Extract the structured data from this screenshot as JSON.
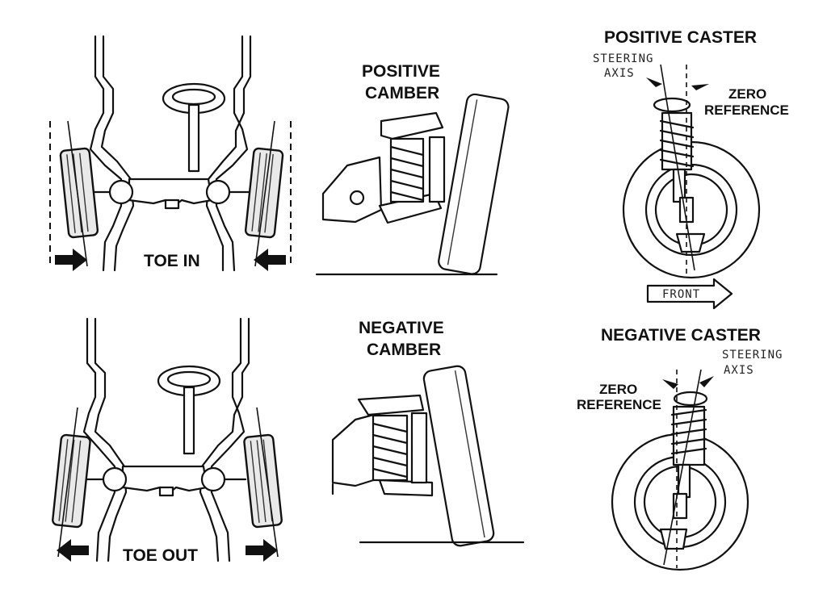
{
  "labels": {
    "toe_in": "TOE IN",
    "toe_out": "TOE OUT",
    "positive_camber_line1": "POSITIVE",
    "positive_camber_line2": "CAMBER",
    "negative_camber_line1": "NEGATIVE",
    "negative_camber_line2": "CAMBER",
    "positive_caster": "POSITIVE CASTER",
    "negative_caster": "NEGATIVE CASTER",
    "steering_line1": "STEERING",
    "steering_line2": "AXIS",
    "zero_line1": "ZERO",
    "zero_line2": "REFERENCE",
    "front": "FRONT"
  },
  "colors": {
    "ink": "#111111",
    "tire_fill": "#e9e9e9",
    "background": "#ffffff"
  }
}
